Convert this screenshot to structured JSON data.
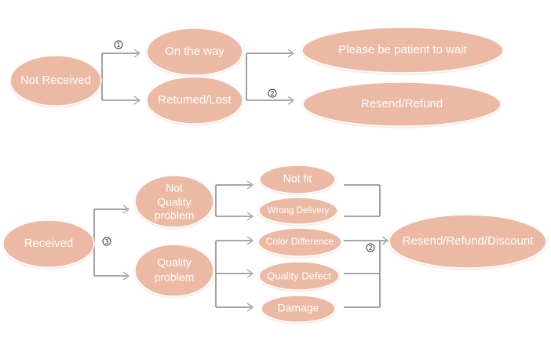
{
  "colors": {
    "node_fill": "#ebb9a4",
    "node_text": "#ffffff",
    "connector": "#8a8a8a"
  },
  "top": {
    "root": "Not Received",
    "on_the_way": "On the way",
    "returned_lost": "Retumed/Lost",
    "wait": "Please be patient to wait",
    "resend_refund": "Resend/Refund",
    "badge_1": "1",
    "badge_2": "2"
  },
  "bottom": {
    "root": "Received",
    "not_quality": [
      "Not",
      "Quality",
      "problem"
    ],
    "quality": [
      "Quality",
      "problem"
    ],
    "not_fit": "Not fit",
    "wrong_delivery": "Wrong Delivery",
    "color_difference": "Color Difference",
    "quality_defect": "Quality Defect",
    "damage": "Damage",
    "outcome": "Resend/Refund/Discount",
    "badge_3": "3",
    "badge_2": "2"
  }
}
